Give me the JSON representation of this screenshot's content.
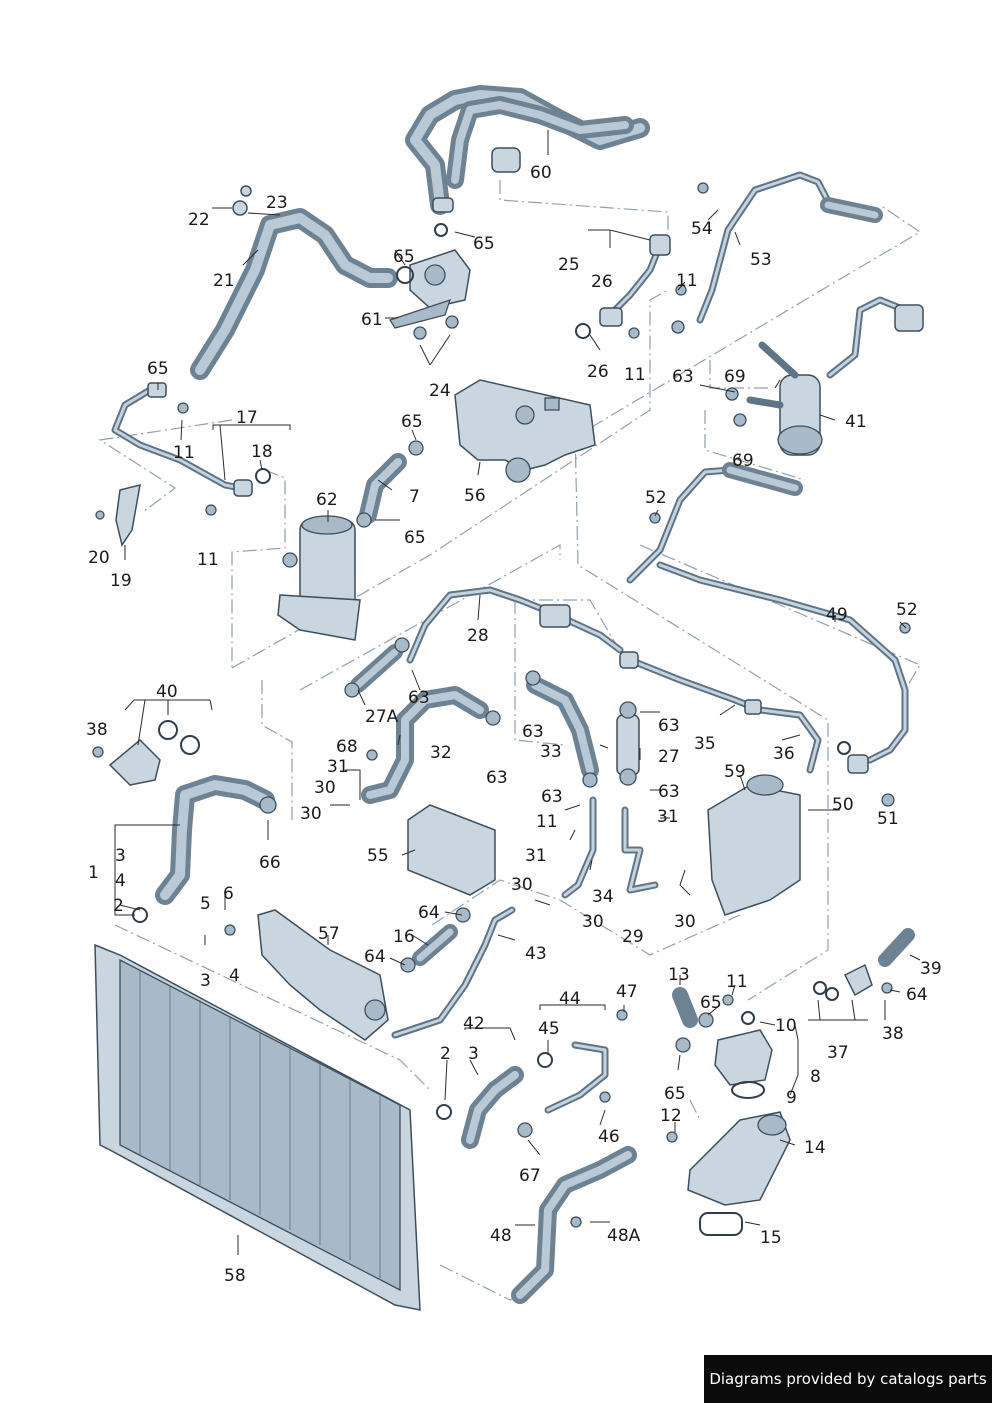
{
  "footer": {
    "text": "Diagrams provided by catalogs parts"
  },
  "callouts": {
    "c1": "1",
    "c2": "2",
    "c3": "3",
    "c4": "4",
    "c5": "5",
    "c6": "6",
    "c7": "7",
    "c8": "8",
    "c9": "9",
    "c10": "10",
    "c11": "11",
    "c12": "12",
    "c13": "13",
    "c14": "14",
    "c15": "15",
    "c16": "16",
    "c17": "17",
    "c18": "18",
    "c19": "19",
    "c20": "20",
    "c21": "21",
    "c22": "22",
    "c23": "23",
    "c24": "24",
    "c25": "25",
    "c26": "26",
    "c27": "27",
    "c27a": "27A",
    "c28": "28",
    "c29": "29",
    "c30": "30",
    "c31": "31",
    "c32": "32",
    "c33": "33",
    "c34": "34",
    "c35": "35",
    "c36": "36",
    "c37": "37",
    "c38": "38",
    "c39": "39",
    "c40": "40",
    "c41": "41",
    "c42": "42",
    "c43": "43",
    "c44": "44",
    "c45": "45",
    "c46": "46",
    "c47": "47",
    "c48": "48",
    "c48a": "48A",
    "c49": "49",
    "c50": "50",
    "c51": "51",
    "c52": "52",
    "c53": "53",
    "c54": "54",
    "c55": "55",
    "c56": "56",
    "c57": "57",
    "c58": "58",
    "c59": "59",
    "c60": "60",
    "c61": "61",
    "c62": "62",
    "c63": "63",
    "c64": "64",
    "c65": "65",
    "c66": "66",
    "c67": "67",
    "c68": "68",
    "c69": "69"
  }
}
